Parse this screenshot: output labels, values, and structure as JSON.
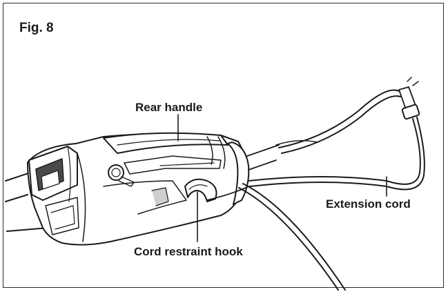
{
  "figure": {
    "label": "Fig. 8"
  },
  "callouts": {
    "rear_handle": "Rear handle",
    "extension_cord": "Extension cord",
    "cord_restraint_hook": "Cord restraint hook"
  },
  "colors": {
    "line": "#1a1a1a",
    "body_fill": "#ffffff",
    "shade": "#cfcfcf"
  }
}
